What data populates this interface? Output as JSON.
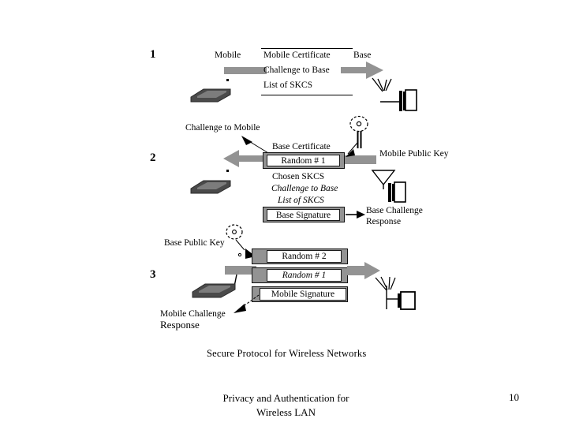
{
  "slide": {
    "diagram_title": "Secure Protocol for Wireless Networks",
    "footer": {
      "line1": "Privacy and Authentication for",
      "line2": "Wireless LAN",
      "page_number": "10"
    },
    "colors": {
      "bar_gray": "#939393",
      "arrow_gray": "#939393",
      "device_dark": "#4a4a4a",
      "text_black": "#000000",
      "page_background": "#ffffff"
    }
  },
  "steps": [
    {
      "number": "1",
      "endpoint_left_label": "Mobile",
      "endpoint_right_label": "Base",
      "message_lines": [
        "Mobile Certificate",
        "Challenge to Base",
        "List of SKCS"
      ],
      "direction": "mobile-to-base"
    },
    {
      "number": "2",
      "direction": "base-to-mobile",
      "annotations": [
        "Challenge to Mobile",
        "Mobile Public Key",
        "Base Challenge",
        "Response"
      ],
      "message_header": "Base Certificate",
      "boxes": [
        {
          "text": "Random # 1",
          "italic": false
        },
        {
          "text": "Base Signature",
          "italic": false
        }
      ],
      "plain_lines": [
        {
          "text": "Chosen SKCS",
          "italic": false
        },
        {
          "text": "Challenge to Base",
          "italic": true
        },
        {
          "text": "List of SKCS",
          "italic": true
        }
      ]
    },
    {
      "number": "3",
      "direction": "mobile-to-base",
      "annotations": [
        "Base Public Key",
        "Mobile Challenge",
        "Response"
      ],
      "boxes": [
        {
          "text": "Random # 2",
          "italic": false
        },
        {
          "text": "Random # 1",
          "italic": true
        },
        {
          "text": "Mobile Signature",
          "italic": false
        }
      ]
    }
  ],
  "icons": {
    "mobile_laptop": "laptop-icon",
    "base_station": "base-station-icon",
    "antenna": "antenna-icon",
    "key": "key-icon",
    "arrow": "arrow-icon"
  }
}
